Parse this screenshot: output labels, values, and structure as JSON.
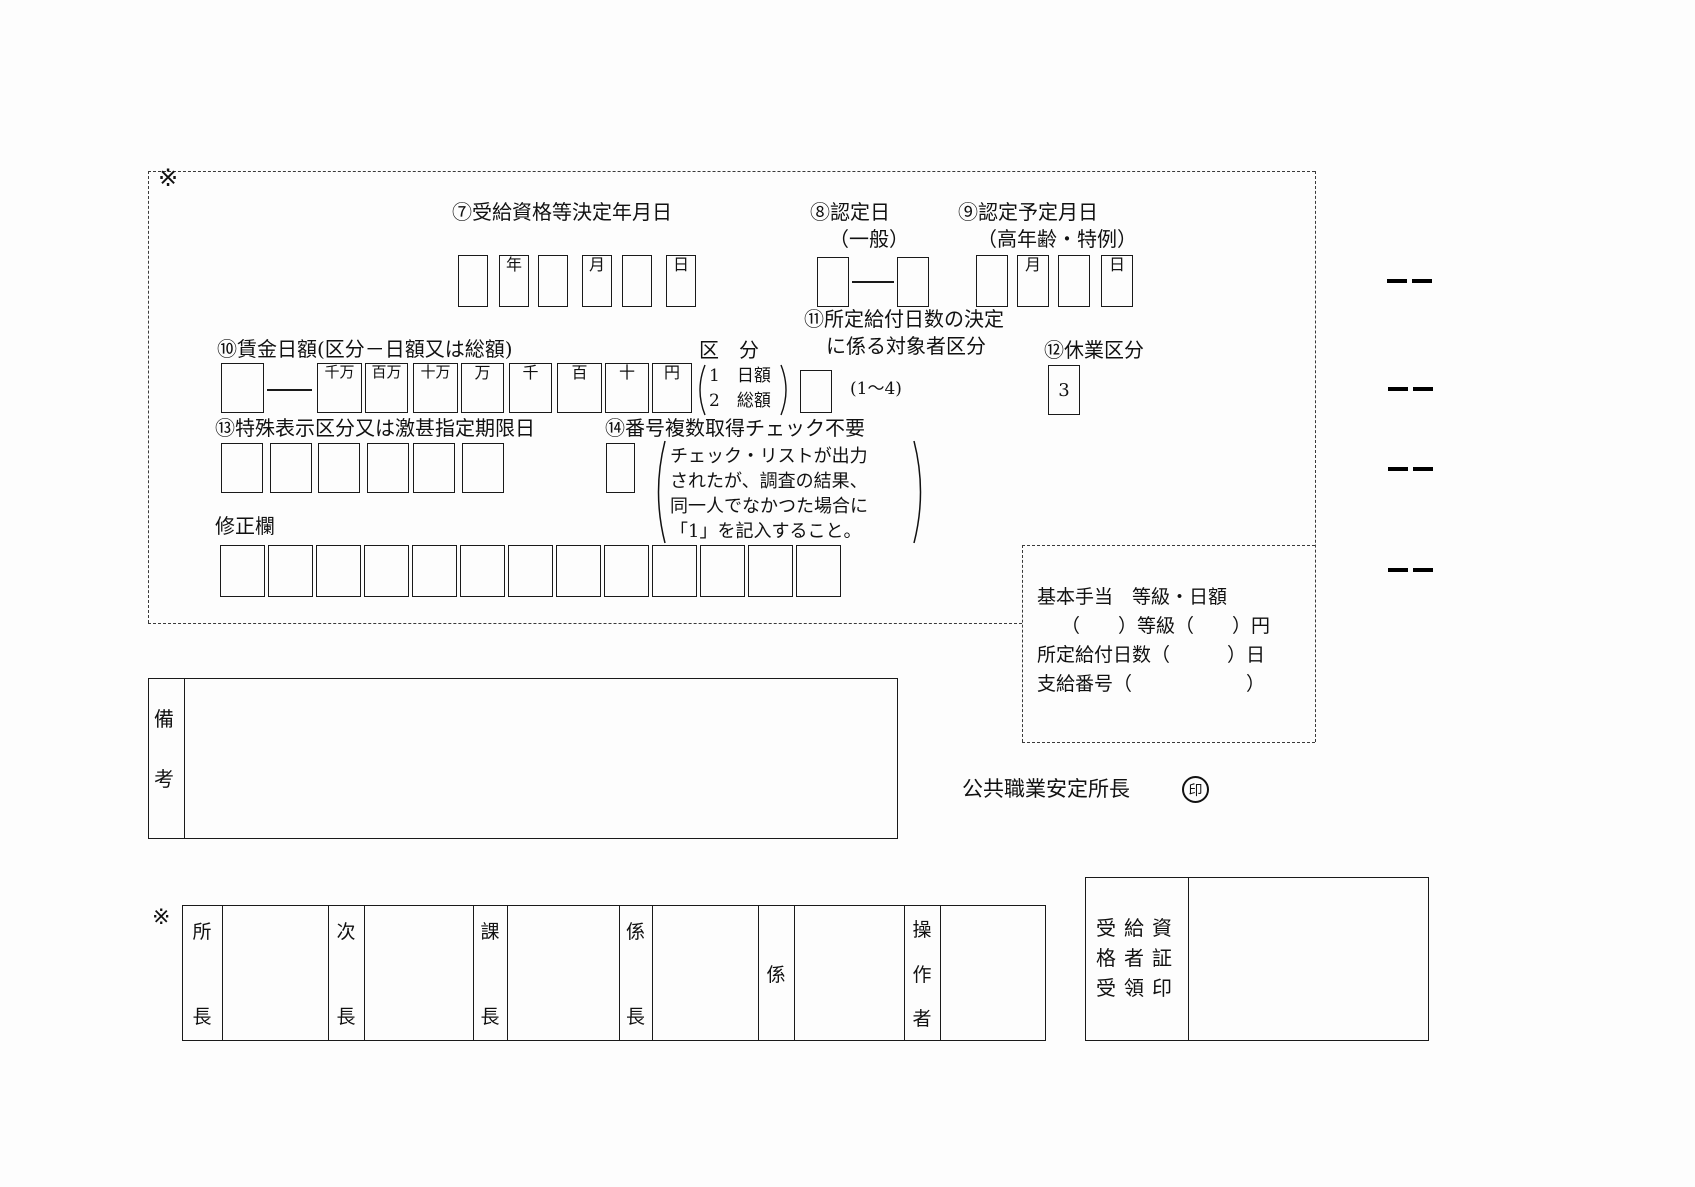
{
  "top": {
    "asterisk": "※",
    "s7": {
      "label": "⑦受給資格等決定年月日",
      "unit_year": "年",
      "unit_month": "月",
      "unit_day": "日"
    },
    "s8": {
      "label": "⑧認定日",
      "sub": "（一般）"
    },
    "s9": {
      "label": "⑨認定予定月日",
      "sub": "（高年齢・特例）",
      "unit_month": "月",
      "unit_day": "日"
    },
    "s10": {
      "label": "⑩賃金日額(区分－日額又は総額)",
      "units": [
        "千万",
        "百万",
        "十万",
        "万",
        "千",
        "百",
        "十",
        "円"
      ]
    },
    "kubun": {
      "label": "区　分",
      "opt1": "1　日額",
      "opt2": "2　総額"
    },
    "s11": {
      "line1": "⑪所定給付日数の決定",
      "line2": "に係る対象者区分",
      "range": "(1～4)"
    },
    "s12": {
      "label": "⑫休業区分",
      "value": "3"
    },
    "s13": {
      "label": "⑬特殊表示区分又は激甚指定期限日"
    },
    "s14": {
      "label": "⑭番号複数取得チェック不要",
      "note1": "チェック・リストが出力",
      "note2": "されたが、調査の結果、",
      "note3": "同一人でなかつた場合に",
      "note4": "「1」を記入すること。"
    },
    "correction": {
      "label": "修正欄"
    }
  },
  "benefit_box": {
    "line1": "基本手当　等級・日額",
    "line2": "（　　）等級（　　）円",
    "line3": "所定給付日数（　　　）日",
    "line4": "支給番号（　　　　　　）"
  },
  "remarks": {
    "char1": "備",
    "char2": "考"
  },
  "office": {
    "label": "公共職業安定所長",
    "seal": "印"
  },
  "bottom": {
    "asterisk": "※",
    "approval": {
      "c1a": "所",
      "c1b": "長",
      "c2a": "次",
      "c2b": "長",
      "c3a": "課",
      "c3b": "長",
      "c4a": "係",
      "c4b": "長",
      "c5": "係",
      "c6a": "操",
      "c6b": "作",
      "c6c": "者"
    },
    "receipt": {
      "row1": "受給資",
      "row2": "格者証",
      "row3": "受領印"
    }
  }
}
